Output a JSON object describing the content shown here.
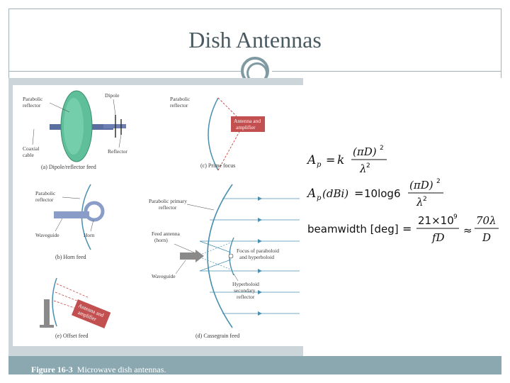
{
  "slide": {
    "title": "Dish Antennas"
  },
  "figure": {
    "caption_number": "Figure 16-3",
    "caption_text": "Microwave dish antennas.",
    "panel_a": {
      "sublabel": "(a) Dipole/reflector feed",
      "labels": [
        "Parabolic",
        "reflector",
        "Dipole",
        "Coaxial",
        "cable",
        "Reflector"
      ]
    },
    "panel_b": {
      "sublabel": "(b) Horn feed",
      "labels": [
        "Parabolic",
        "reflector",
        "Waveguide",
        "Horn"
      ]
    },
    "panel_c": {
      "sublabel": "(c) Prime focus",
      "labels": [
        "Parabolic",
        "reflector",
        "Antenna and",
        "amplifier"
      ]
    },
    "panel_d": {
      "sublabel": "(d) Cassegrain feed",
      "labels": [
        "Parabolic primary",
        "reflector",
        "Feed antenna",
        "(horn)",
        "Waveguide",
        "Focus of paraboloid",
        "and hyperboloid",
        "Hyperboloid",
        "secondary",
        "reflector"
      ]
    },
    "panel_e": {
      "sublabel": "(e) Offset feed",
      "labels": [
        "Antenna and",
        "amplifier"
      ]
    }
  },
  "formulas": {
    "gain": {
      "lhs_symbol": "A",
      "lhs_sub": "p",
      "equals": "=",
      "coef": "k",
      "numerator": "(πD)",
      "num_exp": "2",
      "denominator": "λ",
      "den_exp": "2"
    },
    "gain_dbi": {
      "lhs_symbol": "A",
      "lhs_sub": "p",
      "lhs_unit": "(dBi)",
      "equals": "=",
      "coef": "10log6",
      "numerator": "(πD)",
      "num_exp": "2",
      "denominator": "λ",
      "den_exp": "2"
    },
    "beamwidth": {
      "lhs": "beamwidth [deg]",
      "equals": "=",
      "numerator_1": "21×10",
      "num_exp_1": "9",
      "denominator_1": "fD",
      "approx": "≈",
      "numerator_2": "70λ",
      "denominator_2": "D"
    }
  }
}
